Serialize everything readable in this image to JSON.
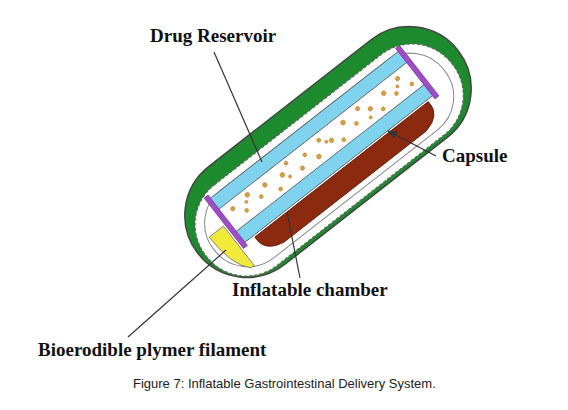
{
  "diagram": {
    "caption": "Figure 7: Inflatable Gastrointestinal Delivery System.",
    "labels": [
      "Drug Reservoir",
      "Capsule",
      "Inflatable chamber",
      "Bioerodible plymer filament"
    ]
  }
}
